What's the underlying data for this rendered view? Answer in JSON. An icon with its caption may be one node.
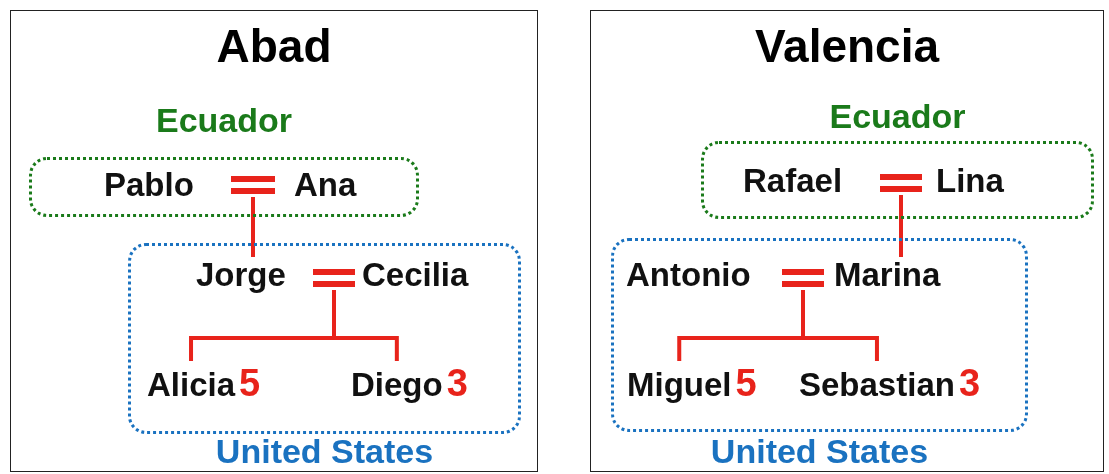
{
  "diagram": {
    "nodes": [
      {
        "text": [
          "Abad"
        ]
      },
      {
        "text": [
          "Ecuador"
        ],
        "in": 0
      },
      {
        "text": [
          "Pablo"
        ],
        "in": 1
      },
      {
        "text": [],
        "shape": "bar",
        "in": 1
      },
      {
        "text": [
          "Ana"
        ],
        "in": 1
      },
      {
        "text": [
          "United States"
        ],
        "in": 0
      },
      {
        "text": [
          "Jorge"
        ],
        "in": 5
      },
      {
        "text": [],
        "shape": "bar",
        "in": 5
      },
      {
        "text": [
          "Cecilia"
        ],
        "in": 5
      },
      {
        "text": [
          "Alicia"
        ],
        "beside": [
          "5"
        ],
        "in": 5
      },
      {
        "text": [
          "Diego"
        ],
        "beside": [
          "3"
        ],
        "in": 5
      },
      {
        "text": [
          "Valencia"
        ]
      },
      {
        "text": [
          "Ecuador"
        ],
        "in": 11
      },
      {
        "text": [
          "Rafael"
        ],
        "in": 12
      },
      {
        "text": [],
        "shape": "bar",
        "in": 12
      },
      {
        "text": [
          "Lina"
        ],
        "in": 12
      },
      {
        "text": [
          "United States"
        ],
        "in": 11
      },
      {
        "text": [
          "Antonio"
        ],
        "in": 16
      },
      {
        "text": [],
        "shape": "bar",
        "in": 16
      },
      {
        "text": [
          "Marina"
        ],
        "in": 16
      },
      {
        "text": [
          "Miguel"
        ],
        "beside": [
          "5"
        ],
        "in": 16
      },
      {
        "text": [
          "Sebastian"
        ],
        "beside": [
          "3"
        ],
        "in": 16
      }
    ],
    "edges": [
      {
        "from": 3,
        "to": 6,
        "arrow": "none"
      },
      {
        "from": 7,
        "to": 9,
        "arrow": "none"
      },
      {
        "from": 7,
        "to": 10,
        "arrow": "none"
      },
      {
        "from": 14,
        "to": 19,
        "arrow": "none"
      },
      {
        "from": 18,
        "to": 20,
        "arrow": "none"
      },
      {
        "from": 18,
        "to": 21,
        "arrow": "none"
      }
    ]
  }
}
